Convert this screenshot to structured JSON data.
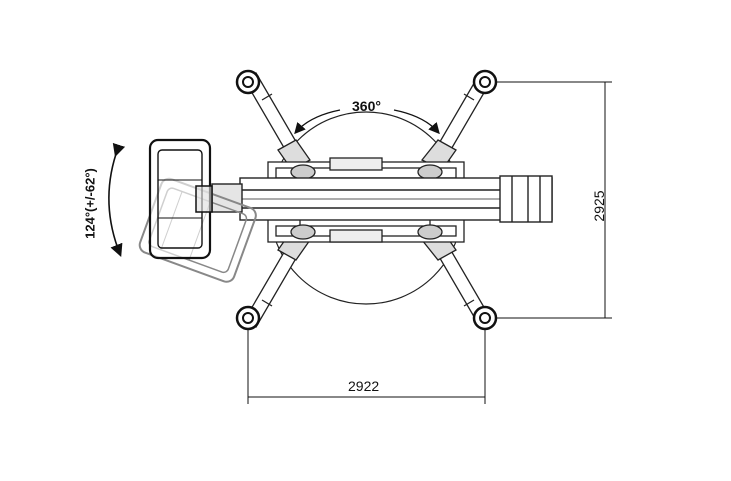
{
  "diagram": {
    "labels": {
      "rotation": "360°",
      "basket_swing": "124°(+/-62°)",
      "width_dim": "2922",
      "height_dim": "2925"
    }
  }
}
